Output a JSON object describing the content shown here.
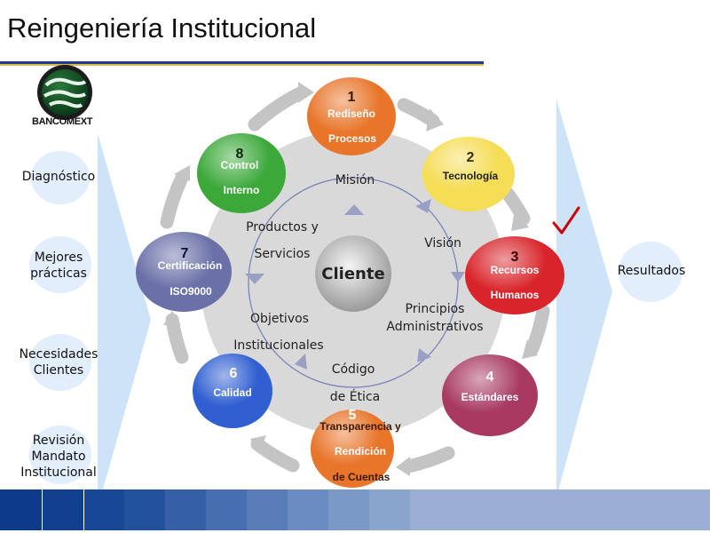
{
  "title": "Reingeniería Institucional",
  "logo": {
    "name": "BANCOMEXT"
  },
  "left_inputs": [
    {
      "lines": [
        "Diagnóstico"
      ]
    },
    {
      "lines": [
        "Mejores",
        "prácticas"
      ]
    },
    {
      "lines": [
        "Necesidades",
        "Clientes"
      ]
    },
    {
      "lines": [
        "Revisión",
        "Mandato",
        "Institucional"
      ]
    }
  ],
  "right_output": {
    "label": "Resultados",
    "check_color": "#cc0000"
  },
  "center": {
    "label": "Cliente"
  },
  "inner_labels": [
    {
      "text": "Misión"
    },
    {
      "text": "Visión"
    },
    {
      "text": "Principios"
    },
    {
      "text": "Administrativos"
    },
    {
      "text": "Código"
    },
    {
      "text": "de Ética"
    },
    {
      "text": "Objetivos"
    },
    {
      "text": "Institucionales"
    },
    {
      "text": "Productos y"
    },
    {
      "text": "Servicios"
    }
  ],
  "nodes": [
    {
      "number": "1",
      "lines": [
        "Rediseño",
        "Procesos"
      ],
      "color": "#e8752a"
    },
    {
      "number": "2",
      "lines": [
        "Tecnología"
      ],
      "color": "#f5dd55"
    },
    {
      "number": "3",
      "lines": [
        "Recursos",
        "Humanos"
      ],
      "color": "#d8242a"
    },
    {
      "number": "4",
      "lines": [
        "Estándares"
      ],
      "color": "#a83a62"
    },
    {
      "number": "5",
      "lines": [
        "Transparencia y",
        "Rendición",
        "de Cuentas"
      ],
      "color": "#e8752a"
    },
    {
      "number": "6",
      "lines": [
        "Calidad"
      ],
      "color": "#2f5fd0"
    },
    {
      "number": "7",
      "lines": [
        "Certificación",
        "ISO9000"
      ],
      "color": "#6a70a8"
    },
    {
      "number": "8",
      "lines": [
        "Control",
        "Interno"
      ],
      "color": "#3ca83a"
    }
  ]
}
